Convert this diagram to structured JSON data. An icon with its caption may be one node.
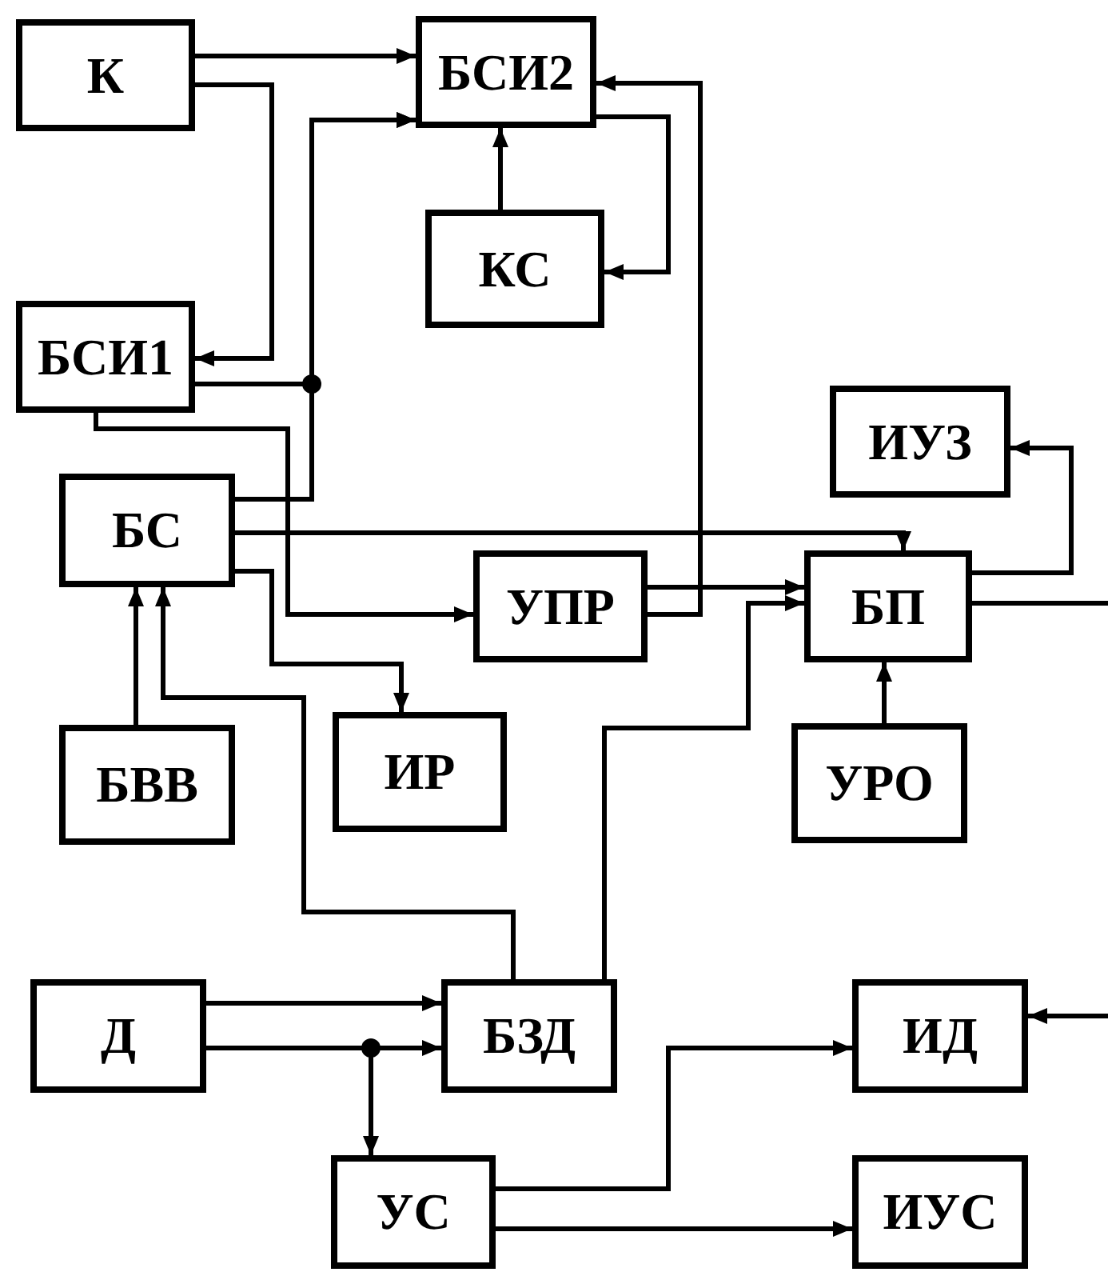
{
  "diagram": {
    "nodes": [
      {
        "text": [
          "К"
        ]
      },
      {
        "text": [
          "БСИ2"
        ]
      },
      {
        "text": [
          "КС"
        ]
      },
      {
        "text": [
          "БСИ1"
        ]
      },
      {
        "text": [
          "ИУЗ"
        ]
      },
      {
        "text": [
          "БС"
        ]
      },
      {
        "text": [
          "УПР"
        ]
      },
      {
        "text": [
          "БП"
        ]
      },
      {
        "text": [
          "БВВ"
        ]
      },
      {
        "text": [
          "ИР"
        ]
      },
      {
        "text": [
          "УРО"
        ]
      },
      {
        "text": [
          "Д"
        ]
      },
      {
        "text": [
          "БЗД"
        ]
      },
      {
        "text": [
          "ИД"
        ]
      },
      {
        "text": [
          "УС"
        ]
      },
      {
        "text": [
          "ИУС"
        ]
      }
    ],
    "edges": [
      {
        "from": 0,
        "to": 1,
        "arrow": "to"
      },
      {
        "from": 0,
        "to": 3,
        "arrow": "to"
      },
      {
        "from": 3,
        "to": 1,
        "arrow": "to"
      },
      {
        "from": 5,
        "to": 1,
        "arrow": "to"
      },
      {
        "from": 1,
        "to": 2,
        "arrow": "to"
      },
      {
        "from": 2,
        "to": 1,
        "arrow": "to"
      },
      {
        "from": 6,
        "to": 1,
        "arrow": "to"
      },
      {
        "from": 6,
        "to": 7,
        "arrow": "to"
      },
      {
        "from": 3,
        "to": 6,
        "arrow": "to"
      },
      {
        "from": 5,
        "to": 7,
        "arrow": "to"
      },
      {
        "from": 5,
        "to": 9,
        "arrow": "to"
      },
      {
        "from": 8,
        "to": 5,
        "arrow": "to"
      },
      {
        "from": 12,
        "to": 5,
        "arrow": "to"
      },
      {
        "from": 12,
        "to": 7,
        "arrow": "to"
      },
      {
        "from": 10,
        "to": 7,
        "arrow": "to"
      },
      {
        "from": 7,
        "to": 4,
        "arrow": "to"
      },
      {
        "from": 7,
        "to": null,
        "arrow": "none"
      },
      {
        "from": null,
        "to": 13,
        "arrow": "to"
      },
      {
        "from": 11,
        "to": 12,
        "arrow": "to"
      },
      {
        "from": 11,
        "to": 12,
        "arrow": "to"
      },
      {
        "from": 11,
        "to": 14,
        "arrow": "to"
      },
      {
        "from": 14,
        "to": 13,
        "arrow": "to"
      },
      {
        "from": 14,
        "to": 15,
        "arrow": "to"
      }
    ]
  }
}
